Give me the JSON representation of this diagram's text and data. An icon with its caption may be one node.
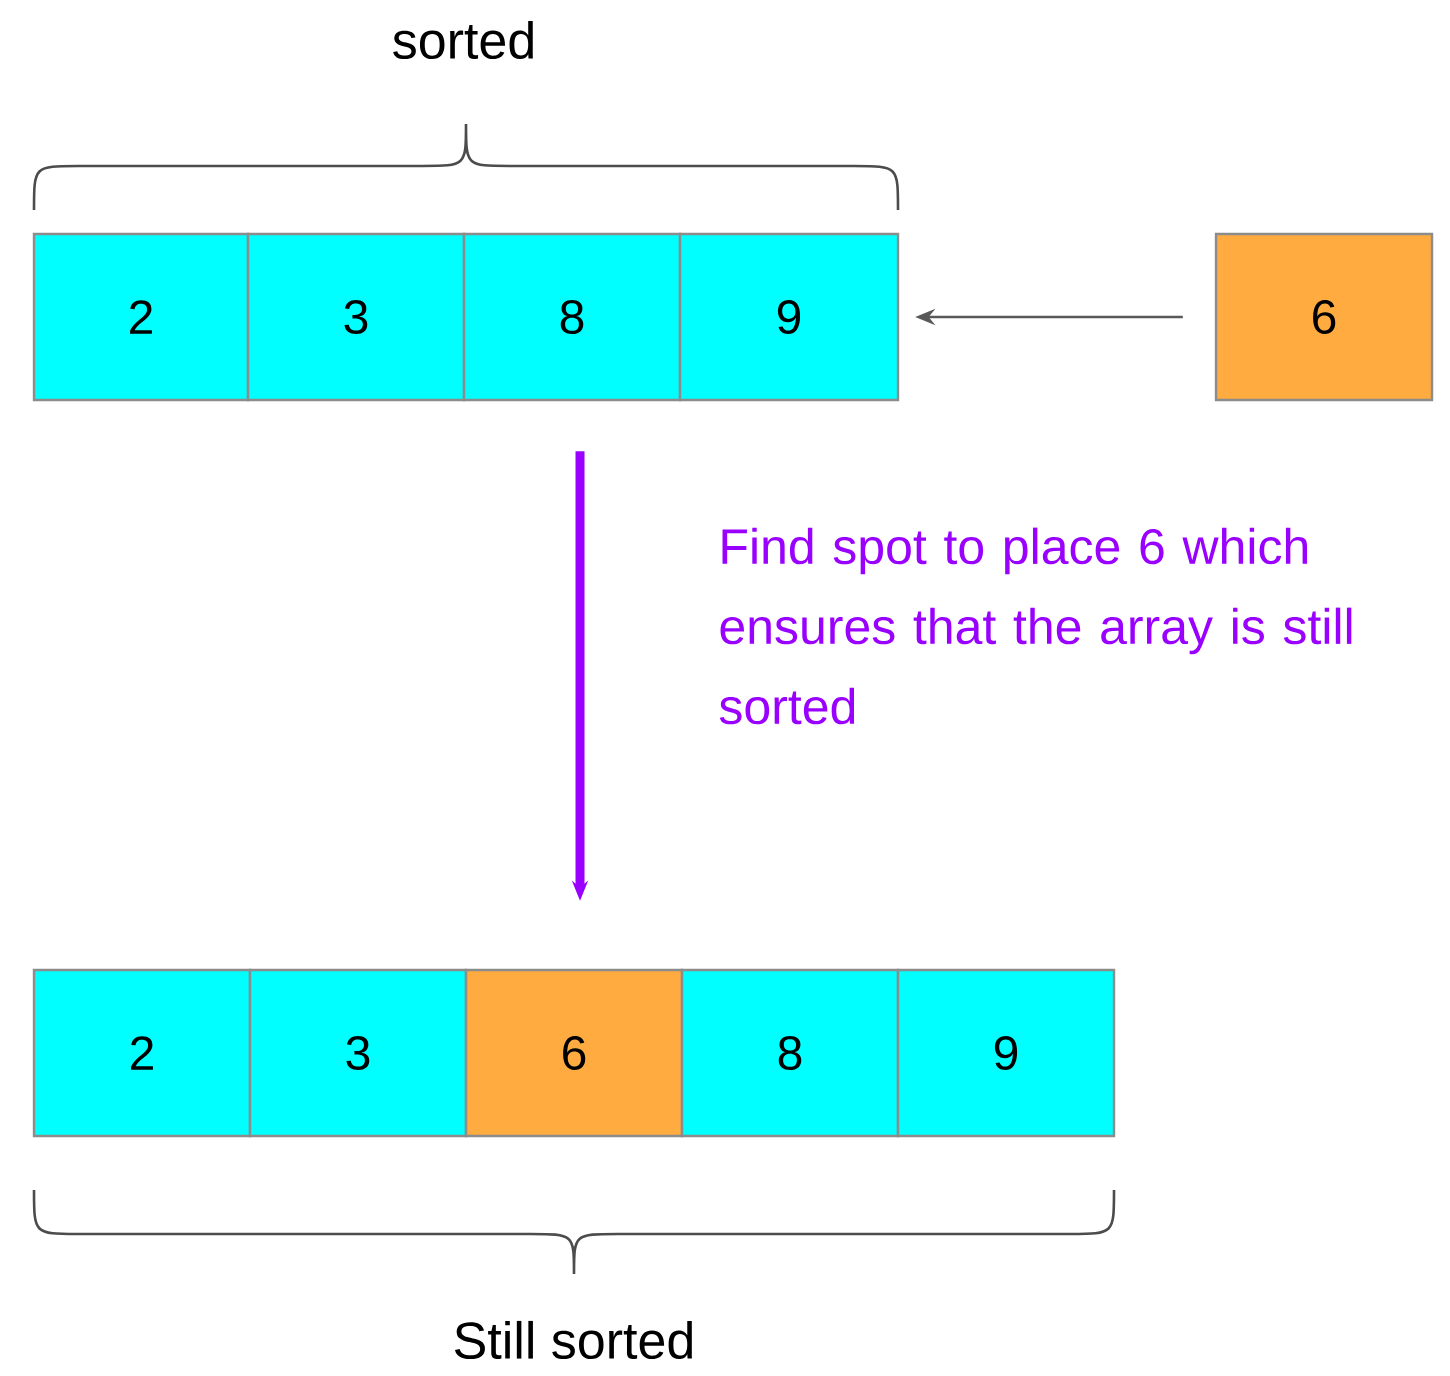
{
  "diagram": {
    "nodes": [
      {
        "text": [
          "2"
        ]
      },
      {
        "text": [
          "3"
        ]
      },
      {
        "text": [
          "8"
        ]
      },
      {
        "text": [
          "9"
        ]
      },
      {
        "text": [
          "6"
        ]
      },
      {
        "text": [
          "2"
        ]
      },
      {
        "text": [
          "3"
        ]
      },
      {
        "text": [
          "6"
        ]
      },
      {
        "text": [
          "8"
        ]
      },
      {
        "text": [
          "9"
        ]
      }
    ],
    "edges": [
      {
        "from": 4,
        "to": 3,
        "arrow": "to"
      },
      {
        "from": 2,
        "to": 7,
        "arrow": "to",
        "style": "thick",
        "color": "#9900ff"
      }
    ],
    "labels": [
      "sorted",
      "Find spot to place 6 which ensures that the array is still sorted",
      "Still sorted"
    ]
  }
}
